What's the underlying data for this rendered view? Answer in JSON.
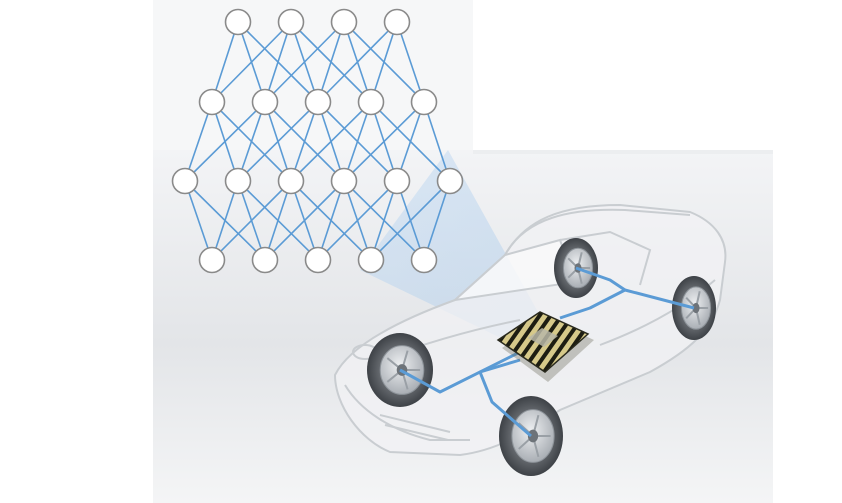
{
  "figure": {
    "description_text": "",
    "colors": {
      "edge": "#5b9bd5",
      "node_stroke": "#8a8a8a",
      "node_fill": "#ffffff",
      "bus": "#5b9bd5",
      "beam": "#9cc3ea",
      "chip_stripe_dark": "#1d1d12",
      "chip_stripe_light": "#d6c98a",
      "backdrop": "#e6e8ea"
    },
    "network": {
      "layers": [
        4,
        5,
        6,
        5
      ],
      "connectivity": "adjacent-fanout"
    },
    "vehicle": {
      "kind": "car-xray",
      "wheels": 4,
      "has_processor_chip": true
    }
  }
}
